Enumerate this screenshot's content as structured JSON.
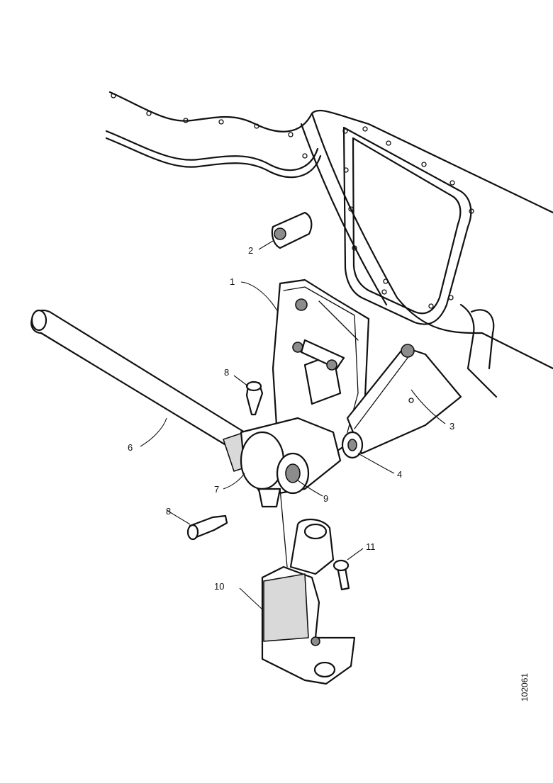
{
  "figure_id": "102061",
  "callouts": [
    {
      "key": "1",
      "label": "1"
    },
    {
      "key": "2",
      "label": "2"
    },
    {
      "key": "3",
      "label": "3"
    },
    {
      "key": "4",
      "label": "4"
    },
    {
      "key": "6",
      "label": "6"
    },
    {
      "key": "7",
      "label": "7"
    },
    {
      "key": "8a",
      "label": "8"
    },
    {
      "key": "8b",
      "label": "8"
    },
    {
      "key": "9",
      "label": "9"
    },
    {
      "key": "10",
      "label": "10"
    },
    {
      "key": "11",
      "label": "11"
    }
  ]
}
